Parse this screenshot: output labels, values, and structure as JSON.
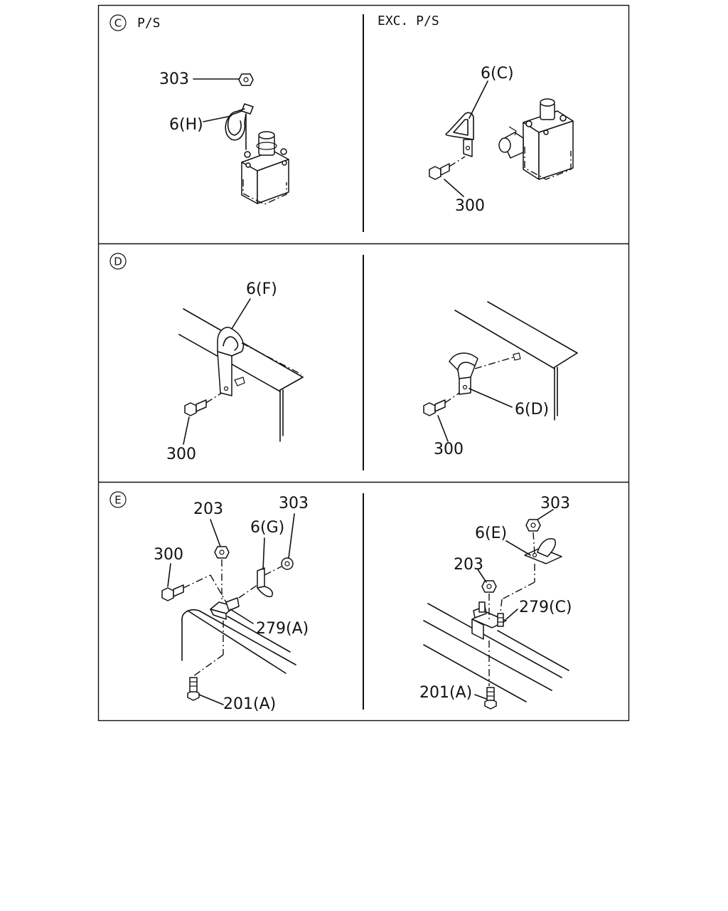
{
  "panels": {
    "C": {
      "section_letter": "C",
      "left_header": "P/S",
      "right_header": "EXC. P/S",
      "left_callouts": {
        "nut": "303",
        "clip": "6(H)"
      },
      "right_callouts": {
        "clip": "6(C)",
        "bolt": "300"
      }
    },
    "D": {
      "section_letter": "D",
      "left_callouts": {
        "clip": "6(F)",
        "bolt": "300"
      },
      "right_callouts": {
        "clip": "6(D)",
        "bolt": "300"
      }
    },
    "E": {
      "section_letter": "E",
      "left_callouts": {
        "nut_top": "203",
        "nut_side": "303",
        "clip": "6(G)",
        "bolt_side": "300",
        "bracket": "279(A)",
        "bolt_bottom": "201(A)"
      },
      "right_callouts": {
        "nut_top": "303",
        "clip": "6(E)",
        "nut_mid": "203",
        "bracket": "279(C)",
        "bolt_bottom": "201(A)"
      }
    }
  }
}
